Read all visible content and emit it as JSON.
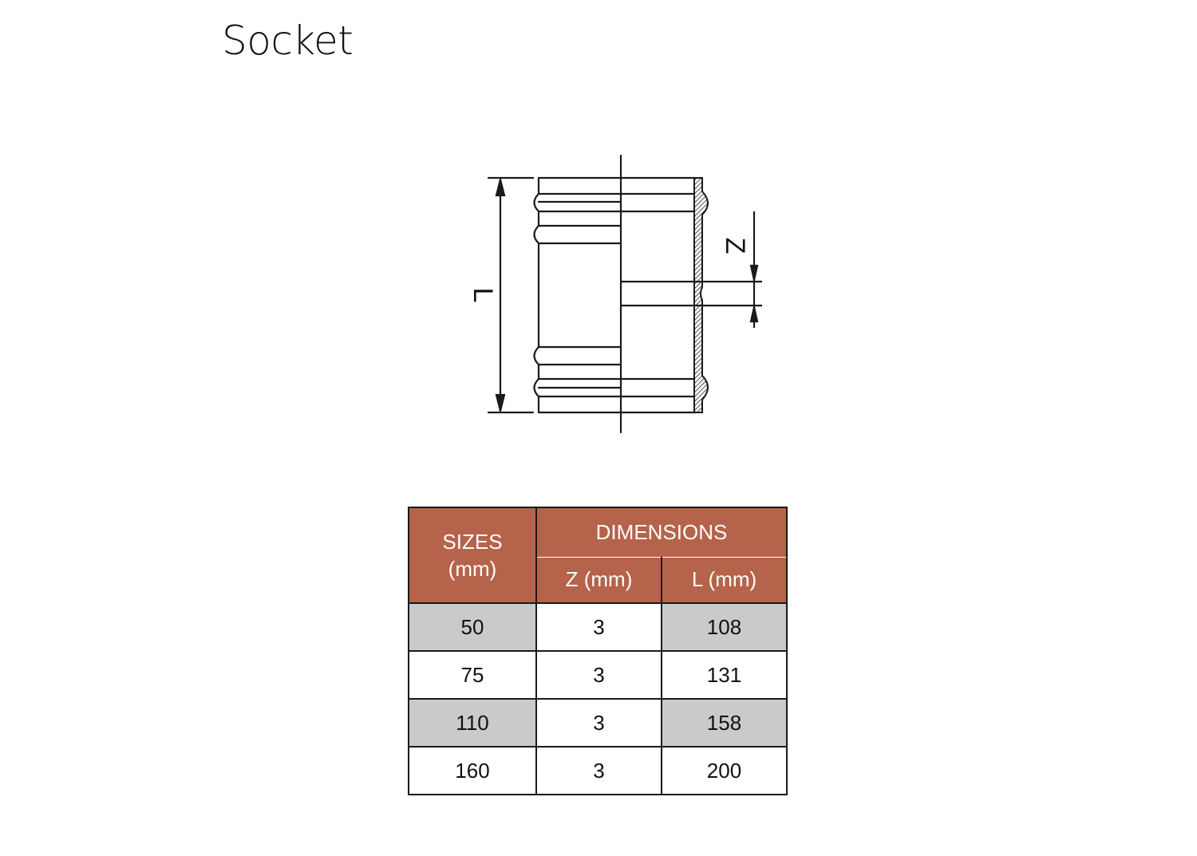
{
  "title": "Socket",
  "colors": {
    "header_bg": "#b5634a",
    "shaded_row": "#c8cacc",
    "line": "#1a1a1a"
  },
  "drawing": {
    "label_length": "L",
    "label_z": "Z"
  },
  "table": {
    "header": {
      "sizes": "SIZES",
      "sizes_unit": "(mm)",
      "dimensions": "DIMENSIONS",
      "z": "Z (mm)",
      "l": "L (mm)"
    },
    "rows": [
      {
        "size": "50",
        "z": "3",
        "l": "108"
      },
      {
        "size": "75",
        "z": "3",
        "l": "131"
      },
      {
        "size": "110",
        "z": "3",
        "l": "158"
      },
      {
        "size": "160",
        "z": "3",
        "l": "200"
      }
    ]
  }
}
